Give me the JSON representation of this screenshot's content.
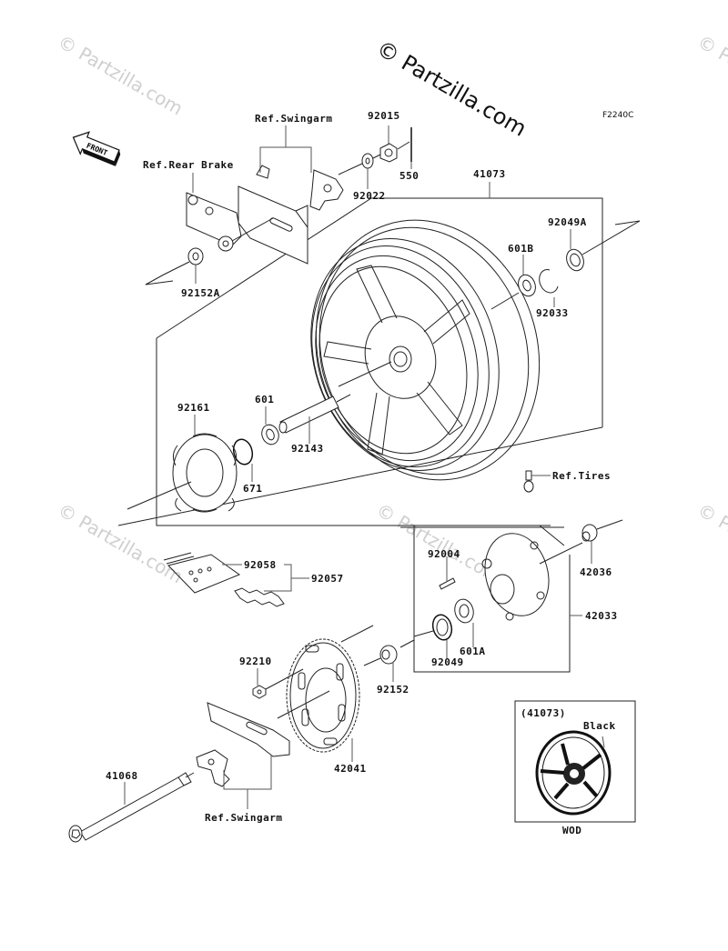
{
  "diagram": {
    "figure_code": "F2240C",
    "watermark": "© Partzilla.com",
    "front_arrow_label": "FRONT",
    "labels": {
      "ref_swingarm_top": "Ref.Swingarm",
      "ref_rear_brake": "Ref.Rear Brake",
      "p92015": "92015",
      "p550": "550",
      "p92022": "92022",
      "p41073": "41073",
      "p92049A": "92049A",
      "p601B": "601B",
      "p92033": "92033",
      "p92152A": "92152A",
      "p92161": "92161",
      "p601": "601",
      "p92143": "92143",
      "p671": "671",
      "ref_tires": "Ref.Tires",
      "p92004": "92004",
      "p42036": "42036",
      "p42033": "42033",
      "p601A": "601A",
      "p92049": "92049",
      "p92058": "92058",
      "p92057": "92057",
      "p92210": "92210",
      "p92152": "92152",
      "p42041": "42041",
      "p41068": "41068",
      "ref_swingarm_bottom": "Ref.Swingarm"
    },
    "inset": {
      "part_ref": "(41073)",
      "color": "Black",
      "code": "WOD"
    }
  }
}
